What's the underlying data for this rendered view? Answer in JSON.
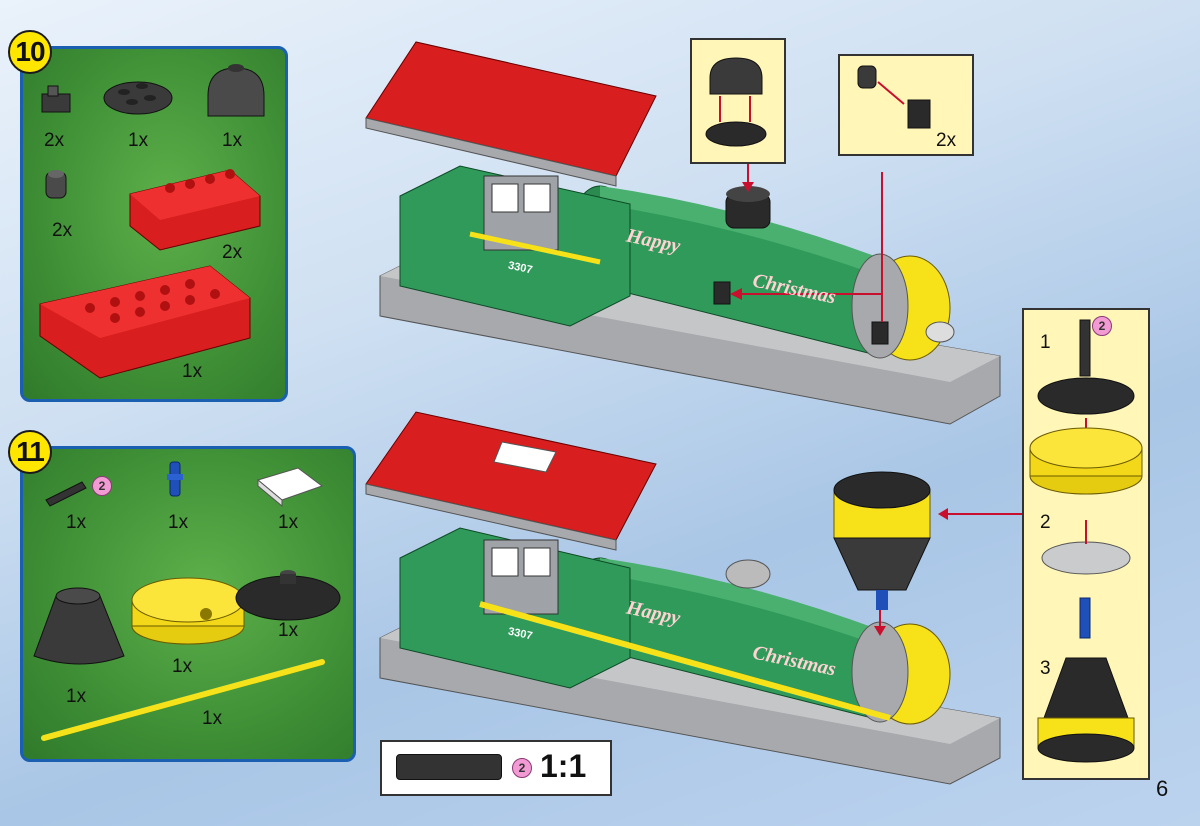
{
  "page_number": "6",
  "step10": {
    "number": "10",
    "quantities": [
      "2x",
      "1x",
      "1x",
      "2x",
      "2x",
      "1x"
    ]
  },
  "step11": {
    "number": "11",
    "axle_badge": "2",
    "quantities": [
      "1x",
      "1x",
      "1x",
      "1x",
      "1x",
      "1x",
      "1x"
    ]
  },
  "callout_pin": {
    "quantity": "2x"
  },
  "engine": {
    "decal_line1": "Happy",
    "decal_line2": "Christmas",
    "number_plate": "3307"
  },
  "assembly": {
    "labels": [
      "1",
      "2",
      "3"
    ],
    "badge": "2"
  },
  "scale_ruler": {
    "badge": "2",
    "scale": "1:1"
  },
  "colors": {
    "panel_border": "#1b5fb0",
    "panel_bg": "#3f8f36",
    "brick_red": "#d81e1e",
    "brick_green": "#2f9a5a",
    "brick_yellow": "#f7e21a",
    "brick_gray": "#a7a9ac",
    "callout_bg": "#fff6b8",
    "arrow": "#c8102e"
  }
}
